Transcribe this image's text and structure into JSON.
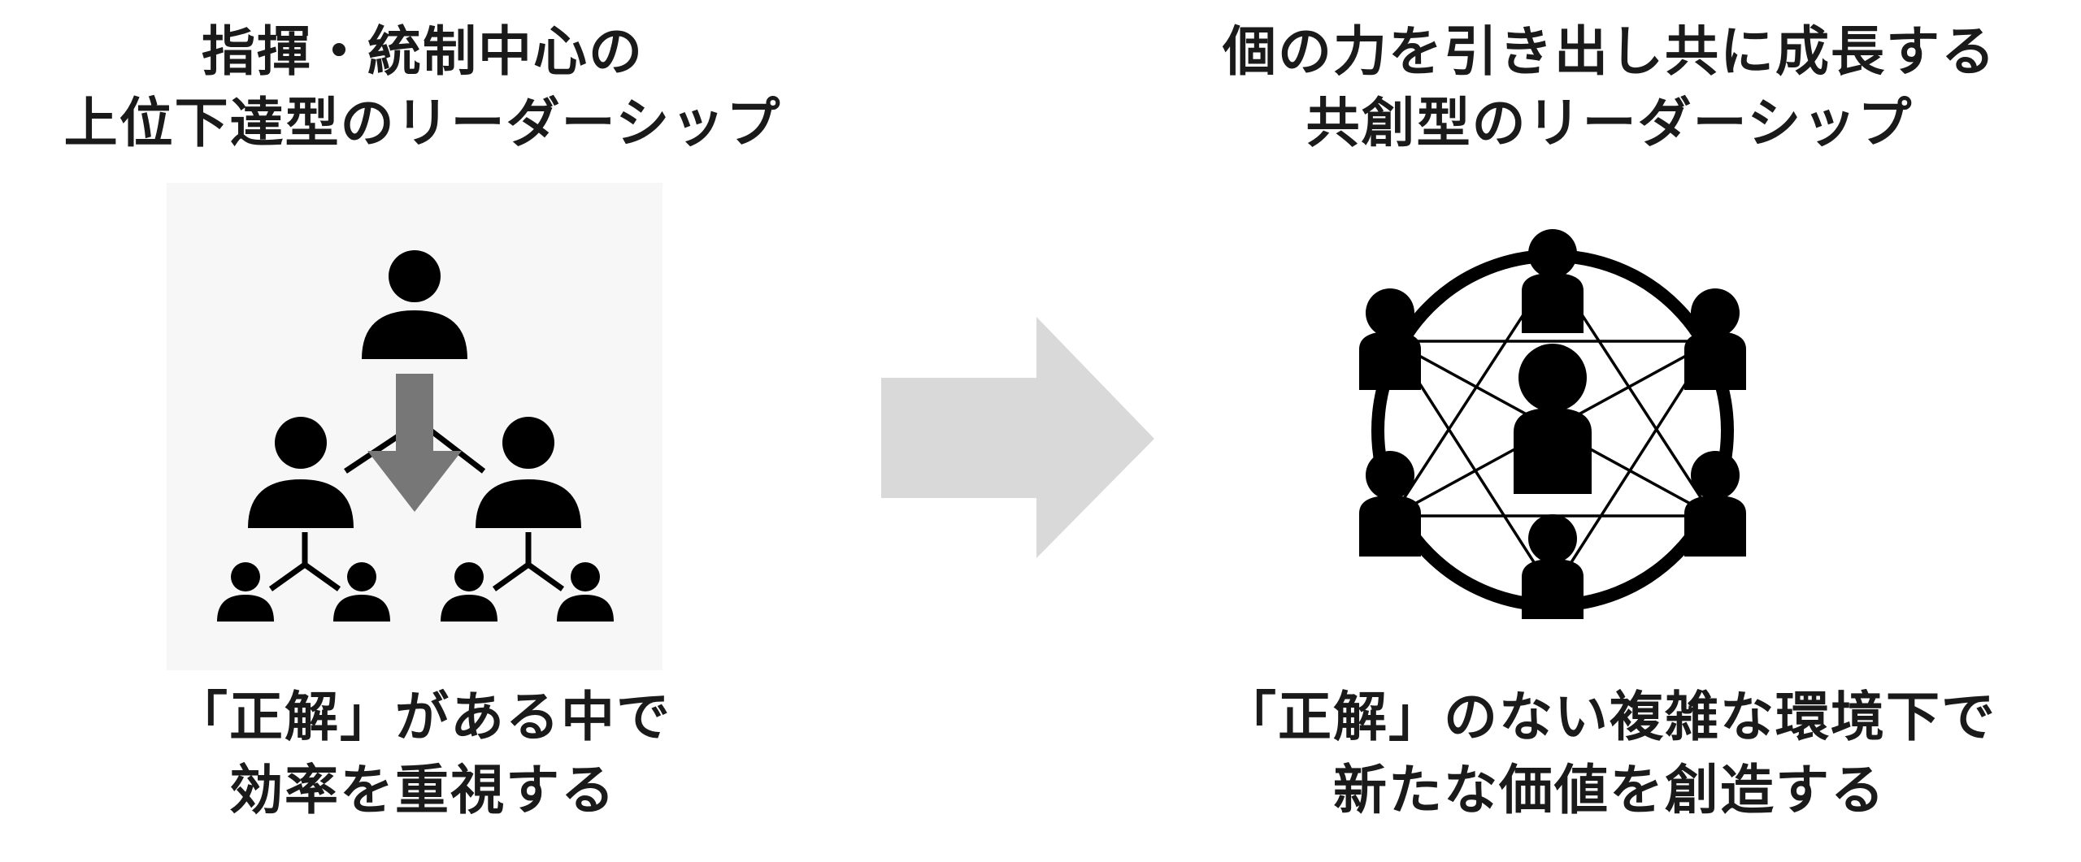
{
  "left": {
    "heading_line1": "指揮・統制中心の",
    "heading_line2": "上位下達型のリーダーシップ",
    "caption_line1": "「正解」がある中で",
    "caption_line2": "効率を重視する"
  },
  "right": {
    "heading_line1": "個の力を引き出し共に成長する",
    "heading_line2": "共創型のリーダーシップ",
    "caption_line1": "「正解」のない複雑な環境下で",
    "caption_line2": "新たな価値を創造する"
  },
  "colors": {
    "text": "#1a1a1a",
    "people": "#000000",
    "down_arrow": "#777777",
    "transition_arrow": "#d9d9d9",
    "diagram_background": "#f7f7f7"
  },
  "icons": {
    "left_diagram": "top-down-hierarchy-people-icon",
    "center": "right-arrow-icon",
    "right_diagram": "circular-network-people-icon"
  }
}
